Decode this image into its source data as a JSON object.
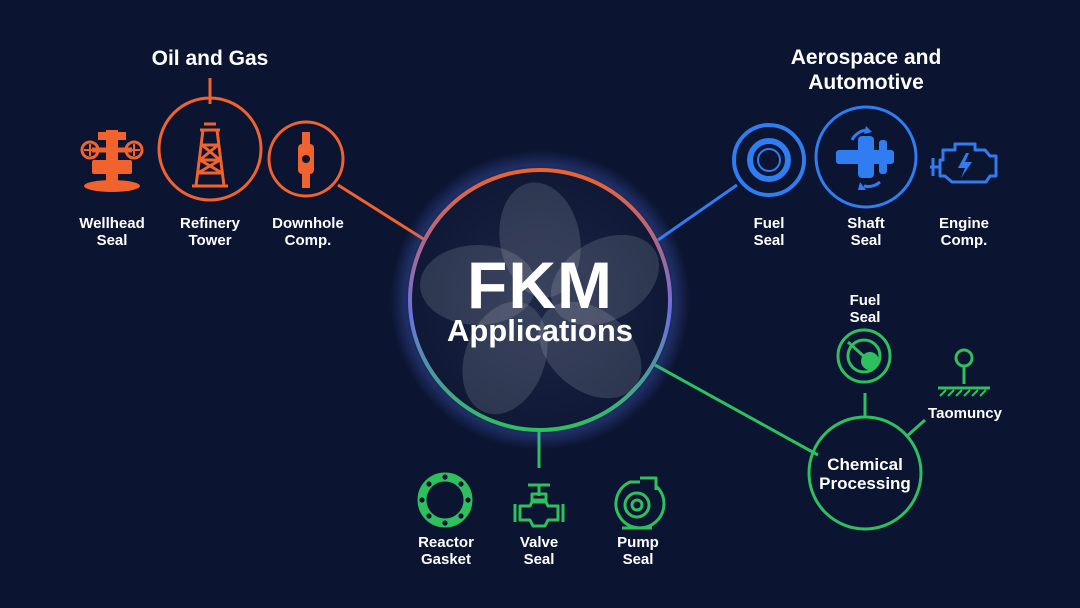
{
  "center": {
    "title": "FKM",
    "subtitle": "Applications"
  },
  "colors": {
    "background": "#0b1430",
    "oil_gas": "#f0622e",
    "aerospace": "#2f7df0",
    "chemical": "#2fc05e",
    "text": "#ffffff"
  },
  "groups": {
    "oil_gas": {
      "title": "Oil and Gas",
      "items": [
        {
          "line1": "Wellhead",
          "line2": "Seal",
          "icon": "wellhead-icon"
        },
        {
          "line1": "Refinery",
          "line2": "Tower",
          "icon": "refinery-tower-icon"
        },
        {
          "line1": "Downhole",
          "line2": "Comp.",
          "icon": "downhole-tool-icon"
        }
      ]
    },
    "aerospace": {
      "title_line1": "Aerospace and",
      "title_line2": "Automotive",
      "items": [
        {
          "line1": "Fuel",
          "line2": "Seal",
          "icon": "o-ring-icon"
        },
        {
          "line1": "Shaft",
          "line2": "Seal",
          "icon": "shaft-seal-icon"
        },
        {
          "line1": "Engine",
          "line2": "Comp.",
          "icon": "engine-icon"
        }
      ]
    },
    "chemical": {
      "title_line1": "Chemical",
      "title_line2": "Processing",
      "items": [
        {
          "line1": "Reactor",
          "line2": "Gasket",
          "icon": "gasket-icon"
        },
        {
          "line1": "Valve",
          "line2": "Seal",
          "icon": "valve-icon"
        },
        {
          "line1": "Pump",
          "line2": "Seal",
          "icon": "pump-icon"
        }
      ],
      "extra": [
        {
          "line1": "Fuel",
          "line2": "Seal",
          "icon": "fuel-seal-icon"
        },
        {
          "line1": "Taomuncy",
          "icon": "probe-icon"
        }
      ]
    }
  }
}
